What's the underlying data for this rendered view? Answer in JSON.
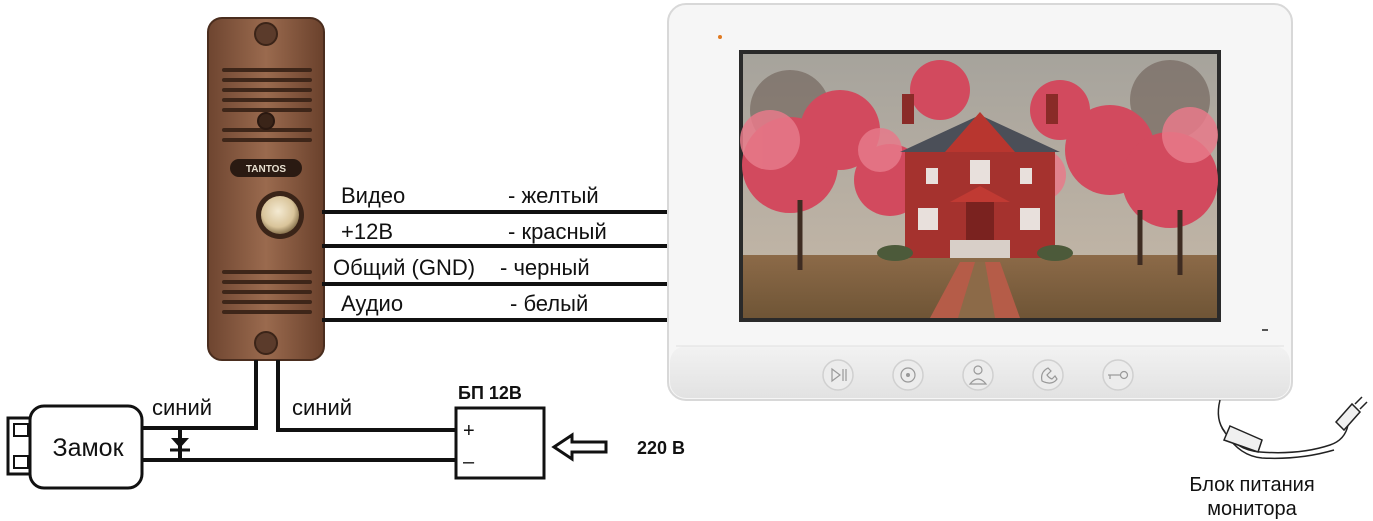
{
  "doorbell": {
    "brand": "TANTOS"
  },
  "wires": [
    {
      "name": "Видео",
      "color": "- желтый"
    },
    {
      "name": "+12В",
      "color": "- красный"
    },
    {
      "name": "Общий (GND)",
      "color": "- черный"
    },
    {
      "name": "Аудио",
      "color": "- белый"
    }
  ],
  "lock": {
    "label": "Замок",
    "wire_left": "синий",
    "wire_right": "синий"
  },
  "psu": {
    "title": "БП 12В",
    "plus": "+",
    "minus": "–",
    "input": "220 В"
  },
  "monitor": {
    "buttons": [
      "play-pause-icon",
      "record-icon",
      "person-icon",
      "handset-icon",
      "key-icon"
    ],
    "psu_caption_line1": "Блок питания",
    "psu_caption_line2": "монитора"
  },
  "colors": {
    "panel_bronze": "#8a5a40",
    "monitor_frame": "#f5f5f5",
    "wire": "#111111"
  }
}
